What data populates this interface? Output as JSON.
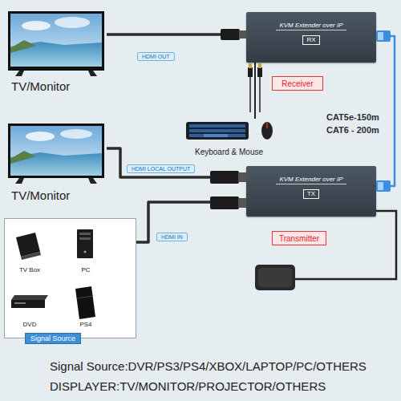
{
  "diagram": {
    "nodes": [
      {
        "text": [
          "TV/Monitor"
        ]
      },
      {
        "text": [
          "KVM Extender over IP",
          "RX"
        ]
      },
      {
        "text": [
          "Receiver"
        ]
      },
      {
        "text": [
          "Keyboard & Mouse"
        ]
      },
      {
        "text": [
          "TV/Monitor"
        ]
      },
      {
        "text": [
          "KVM Extender over IP",
          "TX"
        ]
      },
      {
        "text": [
          "Transmitter"
        ]
      },
      {
        "text": [
          "Signal Source"
        ]
      },
      {
        "text": [
          "TV Box"
        ],
        "in": 7
      },
      {
        "text": [
          "PC"
        ],
        "in": 7
      },
      {
        "text": [
          "DVD"
        ],
        "in": 7
      },
      {
        "text": [
          "PS4"
        ],
        "in": 7
      }
    ],
    "edges": [
      {
        "from": 1,
        "to": 0,
        "arrow": "none",
        "label": "HDMI OUT"
      },
      {
        "from": 3,
        "to": 1,
        "arrow": "none"
      },
      {
        "from": 1,
        "to": 5,
        "arrow": "none",
        "label": "CAT5e-150m CAT6 - 200m"
      },
      {
        "from": 5,
        "to": 4,
        "arrow": "none",
        "label": "HDMI LOCAL OUTPUT"
      },
      {
        "from": 7,
        "to": 5,
        "arrow": "none",
        "label": "HDMI IN"
      }
    ],
    "labels": [
      "Signal Source:DVR/PS3/PS4/XBOX/LAPTOP/PC/OTHERS",
      "DISPLAYER:TV/MONITOR/PROJECTOR/OTHERS"
    ]
  }
}
